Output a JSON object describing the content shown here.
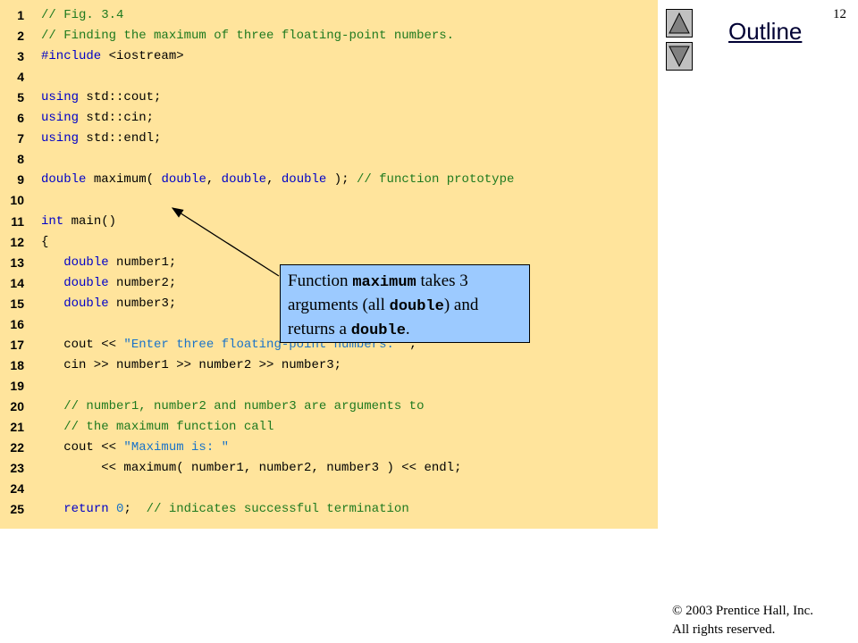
{
  "page_number": "12",
  "nav": {
    "up_icon": "triangle-up-icon",
    "down_icon": "triangle-down-icon"
  },
  "outline_title": "Outline",
  "colors": {
    "code_background": "#ffe49c",
    "callout_background": "#9ccaff",
    "keyword": "#0000c8",
    "comment": "#1f7a1f",
    "string": "#1a73c8"
  },
  "code_lines": [
    {
      "num": "1",
      "parts": [
        {
          "t": "// Fig. 3.4",
          "c": "cm"
        }
      ]
    },
    {
      "num": "2",
      "parts": [
        {
          "t": "// Finding the maximum of three floating-point numbers.",
          "c": "cm"
        }
      ]
    },
    {
      "num": "3",
      "parts": [
        {
          "t": "#include",
          "c": "kw"
        },
        {
          "t": " <iostream>",
          "c": ""
        }
      ]
    },
    {
      "num": "4",
      "parts": []
    },
    {
      "num": "5",
      "parts": [
        {
          "t": "using",
          "c": "kw"
        },
        {
          "t": " std::cout;",
          "c": ""
        }
      ]
    },
    {
      "num": "6",
      "parts": [
        {
          "t": "using",
          "c": "kw"
        },
        {
          "t": " std::cin;",
          "c": ""
        }
      ]
    },
    {
      "num": "7",
      "parts": [
        {
          "t": "using",
          "c": "kw"
        },
        {
          "t": " std::endl;",
          "c": ""
        }
      ]
    },
    {
      "num": "8",
      "parts": []
    },
    {
      "num": "9",
      "parts": [
        {
          "t": "double",
          "c": "kw"
        },
        {
          "t": " maximum( ",
          "c": ""
        },
        {
          "t": "double",
          "c": "kw"
        },
        {
          "t": ", ",
          "c": ""
        },
        {
          "t": "double",
          "c": "kw"
        },
        {
          "t": ", ",
          "c": ""
        },
        {
          "t": "double",
          "c": "kw"
        },
        {
          "t": " ); ",
          "c": ""
        },
        {
          "t": "// function prototype",
          "c": "cm"
        }
      ]
    },
    {
      "num": "10",
      "parts": []
    },
    {
      "num": "11",
      "parts": [
        {
          "t": "int",
          "c": "kw"
        },
        {
          "t": " main()",
          "c": ""
        }
      ]
    },
    {
      "num": "12",
      "parts": [
        {
          "t": "{",
          "c": ""
        }
      ]
    },
    {
      "num": "13",
      "parts": [
        {
          "t": "   ",
          "c": ""
        },
        {
          "t": "double",
          "c": "kw"
        },
        {
          "t": " number1;",
          "c": ""
        }
      ]
    },
    {
      "num": "14",
      "parts": [
        {
          "t": "   ",
          "c": ""
        },
        {
          "t": "double",
          "c": "kw"
        },
        {
          "t": " number2;",
          "c": ""
        }
      ]
    },
    {
      "num": "15",
      "parts": [
        {
          "t": "   ",
          "c": ""
        },
        {
          "t": "double",
          "c": "kw"
        },
        {
          "t": " number3;",
          "c": ""
        }
      ]
    },
    {
      "num": "16",
      "parts": []
    },
    {
      "num": "17",
      "parts": [
        {
          "t": "   cout << ",
          "c": ""
        },
        {
          "t": "\"Enter three floating-point numbers: \"",
          "c": "st"
        },
        {
          "t": ";",
          "c": ""
        }
      ]
    },
    {
      "num": "18",
      "parts": [
        {
          "t": "   cin >> number1 >> number2 >> number3;",
          "c": ""
        }
      ]
    },
    {
      "num": "19",
      "parts": []
    },
    {
      "num": "20",
      "parts": [
        {
          "t": "   ",
          "c": ""
        },
        {
          "t": "// number1, number2 and number3 are arguments to",
          "c": "cm"
        }
      ]
    },
    {
      "num": "21",
      "parts": [
        {
          "t": "   ",
          "c": ""
        },
        {
          "t": "// the maximum function call",
          "c": "cm"
        }
      ]
    },
    {
      "num": "22",
      "parts": [
        {
          "t": "   cout << ",
          "c": ""
        },
        {
          "t": "\"Maximum is: \"",
          "c": "st"
        }
      ]
    },
    {
      "num": "23",
      "parts": [
        {
          "t": "        << maximum( number1, number2, number3 ) << endl;",
          "c": ""
        }
      ]
    },
    {
      "num": "24",
      "parts": []
    },
    {
      "num": "25",
      "parts": [
        {
          "t": "   ",
          "c": ""
        },
        {
          "t": "return",
          "c": "kw"
        },
        {
          "t": " ",
          "c": ""
        },
        {
          "t": "0",
          "c": "st"
        },
        {
          "t": ";  ",
          "c": ""
        },
        {
          "t": "// indicates successful termination",
          "c": "cm"
        }
      ]
    }
  ],
  "callout": {
    "parts": [
      {
        "t": "Function ",
        "mono": false
      },
      {
        "t": "maximum",
        "mono": true
      },
      {
        "t": " takes 3 arguments (all ",
        "mono": false
      },
      {
        "t": "double",
        "mono": true
      },
      {
        "t": ") and returns a ",
        "mono": false
      },
      {
        "t": "double",
        "mono": true
      },
      {
        "t": ".",
        "mono": false
      }
    ]
  },
  "copyright": {
    "line1": "© 2003 Prentice Hall, Inc.",
    "line2": "All rights reserved."
  }
}
